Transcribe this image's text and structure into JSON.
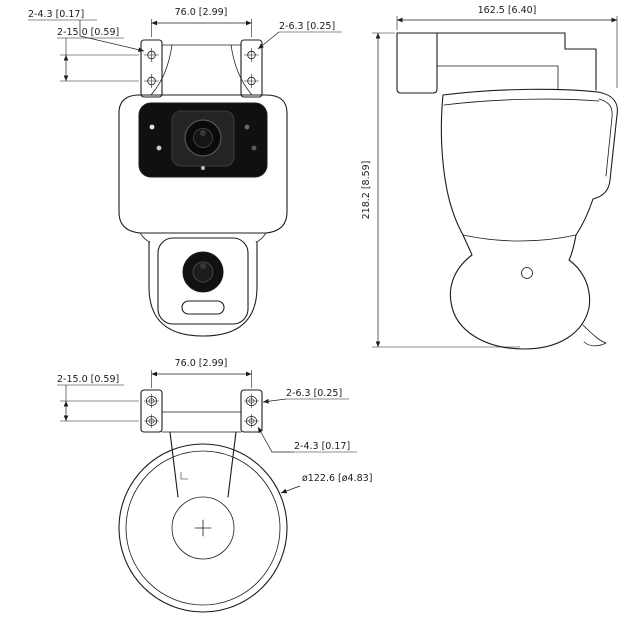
{
  "drawing": {
    "front": {
      "dim_width_top": "76.0 [2.99]",
      "dim_holes_top": "2-4.3 [0.17]",
      "dim_holes_left": "2-15.0 [0.59]",
      "dim_holes_right": "2-6.3 [0.25]"
    },
    "side": {
      "dim_depth_top": "162.5 [6.40]",
      "dim_height_left": "218.2 [8.59]"
    },
    "bottom": {
      "dim_width_top": "76.0 [2.99]",
      "dim_holes_left": "2-15.0 [0.59]",
      "dim_holes_right_upper": "2-6.3 [0.25]",
      "dim_holes_right_lower": "2-4.3 [0.17]",
      "dim_base_diameter": "ø122.6 [ø4.83]"
    }
  },
  "colors": {
    "line": "#1c1c1c",
    "background": "#ffffff",
    "panel_dark": "#101010"
  }
}
